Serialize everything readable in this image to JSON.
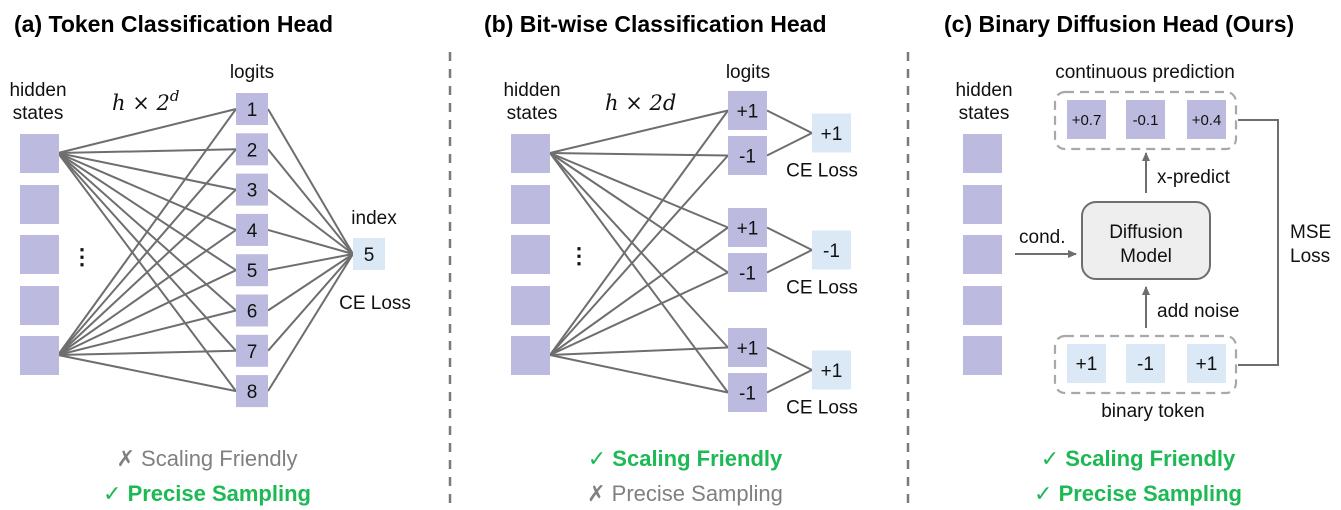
{
  "figure": {
    "dividers": 2,
    "colors": {
      "hidden_state": "#bcbadf",
      "logit": "#bcbadf",
      "target": "#dbe8f6",
      "edge": "#6e6e6e",
      "good": "#1cb954",
      "bad": "#808080",
      "diffusion_fill": "#eeeeee"
    }
  },
  "panel_a": {
    "title": "(a) Token Classification Head",
    "hidden_label_1": "hidden",
    "hidden_label_2": "states",
    "hidden_count_visible": 5,
    "ellipsis": "⋮",
    "weight_label_base": "h × 2",
    "weight_label_sup": "d",
    "logits_label": "logits",
    "logits": [
      "1",
      "2",
      "3",
      "4",
      "5",
      "6",
      "7",
      "8"
    ],
    "index_label": "index",
    "index_value": "5",
    "loss_label": "CE Loss",
    "properties": [
      {
        "mark": "✗",
        "text": "Scaling Friendly",
        "status": "bad"
      },
      {
        "mark": "✓",
        "text": "Precise Sampling",
        "status": "good"
      }
    ]
  },
  "panel_b": {
    "title": "(b) Bit-wise Classification Head",
    "hidden_label_1": "hidden",
    "hidden_label_2": "states",
    "hidden_count_visible": 5,
    "ellipsis": "⋮",
    "weight_label": "h × 2d",
    "logits_label": "logits",
    "groups": [
      {
        "logits": [
          "+1",
          "-1"
        ],
        "target": "+1",
        "loss_label": "CE Loss"
      },
      {
        "logits": [
          "+1",
          "-1"
        ],
        "target": "-1",
        "loss_label": "CE Loss"
      },
      {
        "logits": [
          "+1",
          "-1"
        ],
        "target": "+1",
        "loss_label": "CE Loss"
      }
    ],
    "properties": [
      {
        "mark": "✓",
        "text": "Scaling Friendly",
        "status": "good"
      },
      {
        "mark": "✗",
        "text": "Precise Sampling",
        "status": "bad"
      }
    ]
  },
  "panel_c": {
    "title": "(c) Binary Diffusion Head (Ours)",
    "hidden_label_1": "hidden",
    "hidden_label_2": "states",
    "hidden_count_visible": 5,
    "continuous_label": "continuous prediction",
    "continuous_values": [
      "+0.7",
      "-0.1",
      "+0.4"
    ],
    "x_predict_label": "x-predict",
    "cond_label": "cond.",
    "diffusion_label_1": "Diffusion",
    "diffusion_label_2": "Model",
    "add_noise_label": "add noise",
    "binary_values": [
      "+1",
      "-1",
      "+1"
    ],
    "binary_label": "binary token",
    "mse_label_1": "MSE",
    "mse_label_2": "Loss",
    "properties": [
      {
        "mark": "✓",
        "text": "Scaling Friendly",
        "status": "good"
      },
      {
        "mark": "✓",
        "text": "Precise Sampling",
        "status": "good"
      }
    ]
  }
}
